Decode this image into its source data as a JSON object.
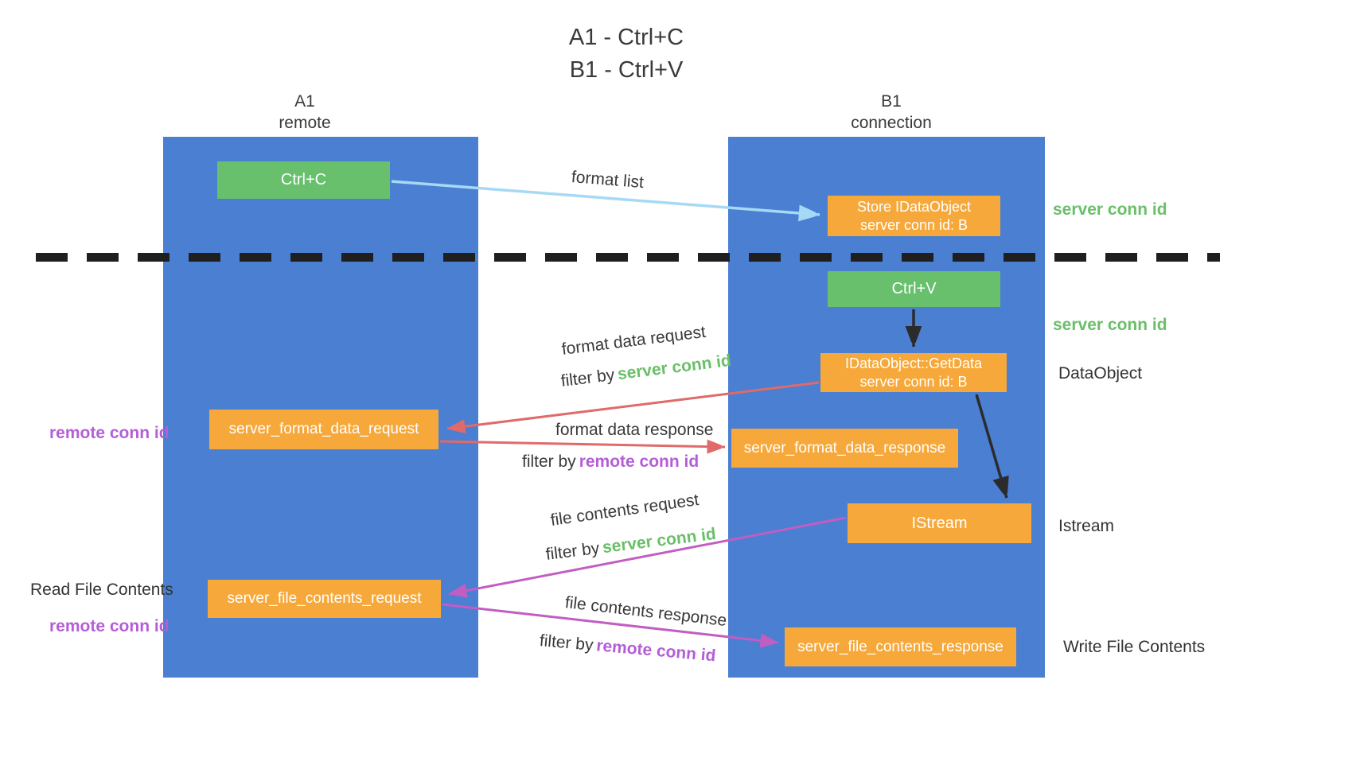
{
  "title": {
    "line1": "A1 - Ctrl+C",
    "line2": "B1 - Ctrl+V"
  },
  "lanes": {
    "left": {
      "name": "A1",
      "role": "remote"
    },
    "right": {
      "name": "B1",
      "role": "connection"
    }
  },
  "boxes": {
    "ctrl_c": {
      "label": "Ctrl+C"
    },
    "store_idataobject": {
      "line1": "Store IDataObject",
      "line2": "server conn id: B"
    },
    "ctrl_v": {
      "label": "Ctrl+V"
    },
    "getdata": {
      "line1": "IDataObject::GetData",
      "line2": "server conn id: B"
    },
    "server_format_data_request": {
      "label": "server_format_data_request"
    },
    "server_format_data_response": {
      "label": "server_format_data_response"
    },
    "istream": {
      "label": "IStream"
    },
    "server_file_contents_request": {
      "label": "server_file_contents_request"
    },
    "server_file_contents_response": {
      "label": "server_file_contents_response"
    }
  },
  "side_labels": {
    "server_conn_id_top": "server conn id",
    "server_conn_id_mid": "server conn id",
    "dataobject": "DataObject",
    "istream": "Istream",
    "write_file_contents": "Write File Contents",
    "read_file_contents": "Read File Contents",
    "remote_conn_id_top": "remote conn id",
    "remote_conn_id_bottom": "remote conn id"
  },
  "arrow_labels": {
    "format_list": "format list",
    "format_data_request": "format data request",
    "format_data_response": "format data response",
    "file_contents_request": "file contents request",
    "file_contents_response": "file contents response",
    "filter_prefix": "filter by",
    "filter_server_conn_id": "server conn id",
    "filter_remote_conn_id": "remote conn id"
  },
  "colors": {
    "lane_blue": "#4a7fd2",
    "green_box": "#68c06d",
    "orange_box": "#f7a83a",
    "green_text": "#6abf69",
    "purple_text": "#b45ed6",
    "red_arrow": "#e06a6a",
    "magenta_arrow": "#c25dc2",
    "light_blue_arrow": "#a5d9f5",
    "black_arrow": "#2b2b2b"
  }
}
